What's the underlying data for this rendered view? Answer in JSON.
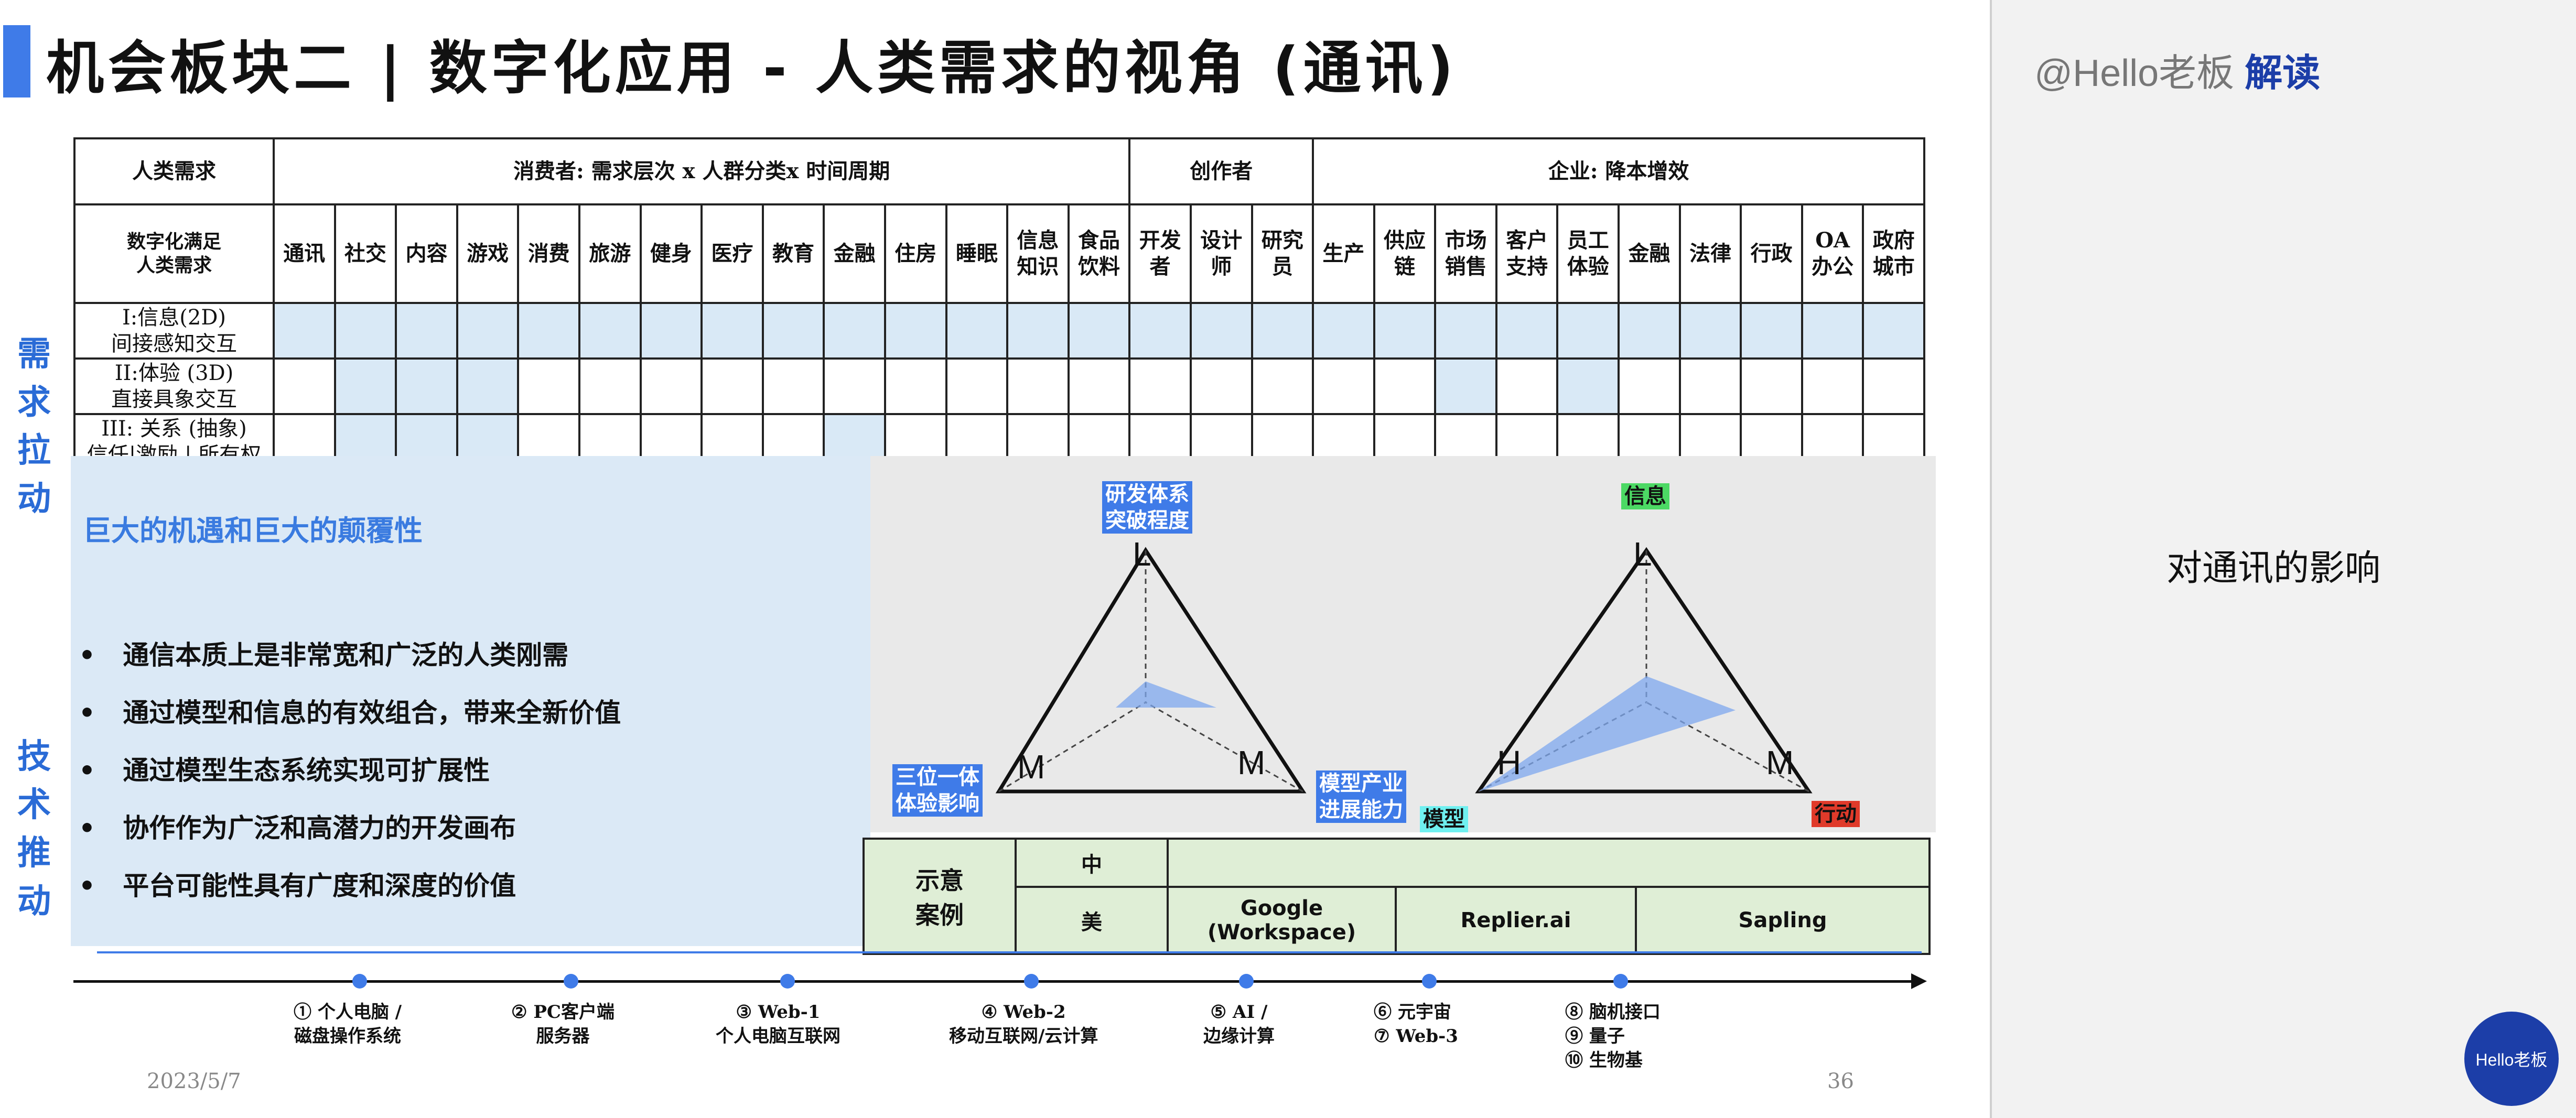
{
  "header": {
    "title": "机会板块二 | 数字化应用 - 人类需求的视角 (通讯)"
  },
  "right_panel": {
    "handle_prefix": "@Hello老板",
    "handle_bold": "解读",
    "caption": "对通讯的影响",
    "avatar": "Hello老板"
  },
  "side_labels": {
    "demand": [
      "需",
      "求",
      "拉",
      "动"
    ],
    "tech": [
      "技",
      "术",
      "推",
      "动"
    ]
  },
  "table": {
    "corner_header": "人类需求",
    "consumer_header": "消费者:  需求层次  x  人群分类x  时间周期",
    "creator_header": "创作者",
    "enterprise_header": "企业:  降本增效",
    "row_header": "数字化满足\n人类需求",
    "columns": [
      "通讯",
      "社交",
      "内容",
      "游戏",
      "消费",
      "旅游",
      "健身",
      "医疗",
      "教育",
      "金融",
      "住房",
      "睡眠",
      "信息\n知识",
      "食品\n饮料",
      "开发\n者",
      "设计\n师",
      "研究\n员",
      "生产",
      "供应\n链",
      "市场\n销售",
      "客户\n支持",
      "员工\n体验",
      "金融",
      "法律",
      "行政",
      "OA\n办公",
      "政府\n城市"
    ],
    "rows": [
      "I:信息(2D)\n间接感知交互",
      "II:体验 (3D)\n直接具象交互",
      "III: 关系 (抽象)\n信任|激励 | 所有权"
    ]
  },
  "textbox": {
    "heading": "巨大的机遇和巨大的颠覆性",
    "bullets": [
      "通信本质上是非常宽和广泛的人类刚需",
      "通过模型和信息的有效组合，带来全新价值",
      "通过模型生态系统实现可扩展性",
      "协作作为广泛和高潜力的开发画布",
      "平台可能性具有广度和深度的价值"
    ]
  },
  "diagram": {
    "left": {
      "top_tag": "研发体系\n突破程度",
      "bl_tag": "三位一体\n体验影响",
      "br_tag": "模型产业\n进展能力",
      "apex": "L",
      "bl": "M",
      "br": "M"
    },
    "right": {
      "top_tag": "信息",
      "bottom_tag": "模型",
      "br_tag": "行动",
      "apex": "L",
      "bl": "H",
      "br": "M"
    }
  },
  "examples": {
    "label": "示意\n案例",
    "row_cn": "中",
    "row_us": "美",
    "us_items": [
      "Google\n(Workspace)",
      "Replier.ai",
      "Sapling"
    ]
  },
  "timeline": [
    "① 个人电脑 /\n磁盘操作系统",
    "② PC客户端\n服务器",
    "③ Web-1\n个人电脑互联网",
    "④ Web-2\n移动互联网/云计算",
    "⑤ AI /\n边缘计算",
    "⑥ 元宇宙\n⑦ Web-3",
    "⑧ 脑机接口\n⑨ 量子\n⑩ 生物基"
  ],
  "footer": {
    "date": "2023/5/7",
    "page": "36"
  },
  "colors": {
    "accent": "#3f7be8",
    "fill": "#d9e9f6",
    "example_bg": "#dfeed6"
  }
}
